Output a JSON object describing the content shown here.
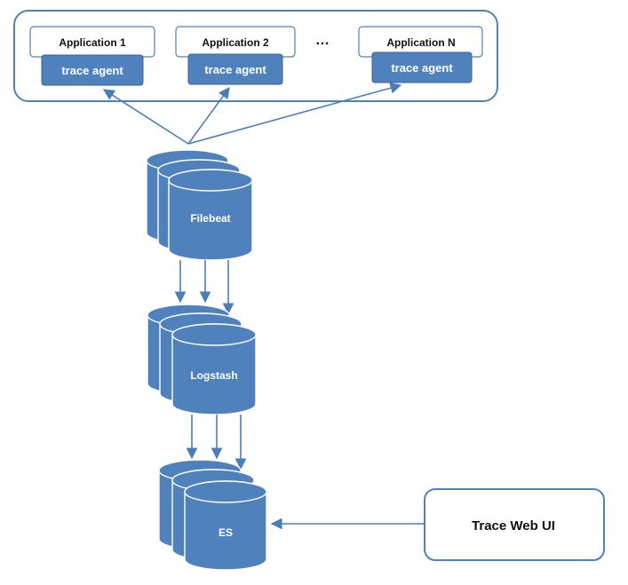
{
  "applications": [
    {
      "name": "Application 1",
      "agent": "trace agent"
    },
    {
      "name": "Application 2",
      "agent": "trace agent"
    },
    {
      "name": "Application N",
      "agent": "trace agent"
    }
  ],
  "ellipsis": "…",
  "stages": {
    "filebeat": "Filebeat",
    "logstash": "Logstash",
    "es": "ES"
  },
  "web_ui": "Trace Web UI",
  "colors": {
    "accent": "#4f81bd",
    "text": "#111111",
    "on_accent": "#ffffff"
  }
}
